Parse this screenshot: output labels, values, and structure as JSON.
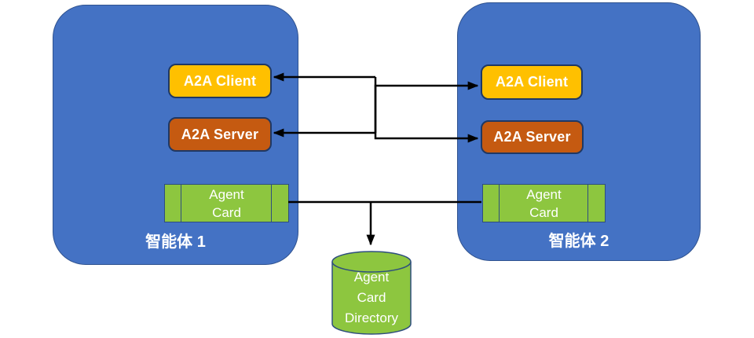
{
  "agent1": {
    "label": "智能体 1",
    "client_label": "A2A Client",
    "server_label": "A2A Server",
    "card_label": "Agent\nCard"
  },
  "agent2": {
    "label": "智能体 2",
    "client_label": "A2A Client",
    "server_label": "A2A Server",
    "card_label": "Agent\nCard"
  },
  "directory": {
    "label": "Agent\nCard\nDirectory"
  },
  "colors": {
    "agent_box_fill": "#4472C4",
    "agent_box_outline": "#2F528F",
    "client_fill": "#FFC000",
    "server_fill": "#C55A11",
    "card_fill": "#8DC63F",
    "directory_fill": "#8DC63F",
    "shape_outline": "#1F3864",
    "connector": "#000000",
    "text": "#FFFFFF",
    "background": "#FFFFFF"
  }
}
